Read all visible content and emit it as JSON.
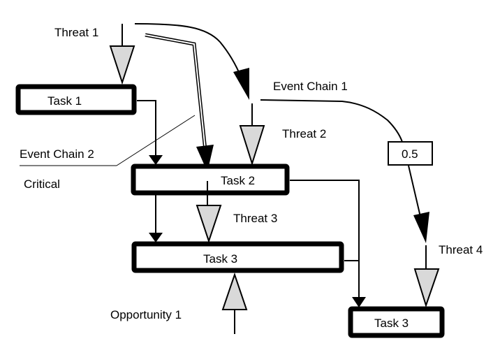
{
  "title": "Event chain diagram",
  "colors": {
    "stroke": "#000000",
    "threat_fill": "#d9d9d9",
    "background": "#ffffff"
  },
  "tasks": [
    {
      "id": "task1",
      "label": "Task 1",
      "critical": true
    },
    {
      "id": "task2",
      "label": "Task 2",
      "critical": true
    },
    {
      "id": "task3a",
      "label": "Task 3",
      "critical": true
    },
    {
      "id": "task3b",
      "label": "Task 3",
      "critical": true
    }
  ],
  "events": [
    {
      "id": "threat1",
      "label": "Threat 1",
      "kind": "threat"
    },
    {
      "id": "threat2",
      "label": "Threat 2",
      "kind": "threat"
    },
    {
      "id": "threat3",
      "label": "Threat 3",
      "kind": "threat"
    },
    {
      "id": "threat4",
      "label": "Threat 4",
      "kind": "threat"
    },
    {
      "id": "opportunity1",
      "label": "Opportunity 1",
      "kind": "opportunity"
    }
  ],
  "event_chains": [
    {
      "id": "chain1",
      "label": "Event Chain 1",
      "from": "threat1",
      "to": [
        "threat2",
        "threat4"
      ],
      "probability": "0.5"
    },
    {
      "id": "chain2",
      "label": "Event Chain 2",
      "from": "threat1",
      "to": [
        "task2"
      ]
    }
  ],
  "legend": {
    "critical_label": "Critical"
  },
  "probability_label": "0.5"
}
